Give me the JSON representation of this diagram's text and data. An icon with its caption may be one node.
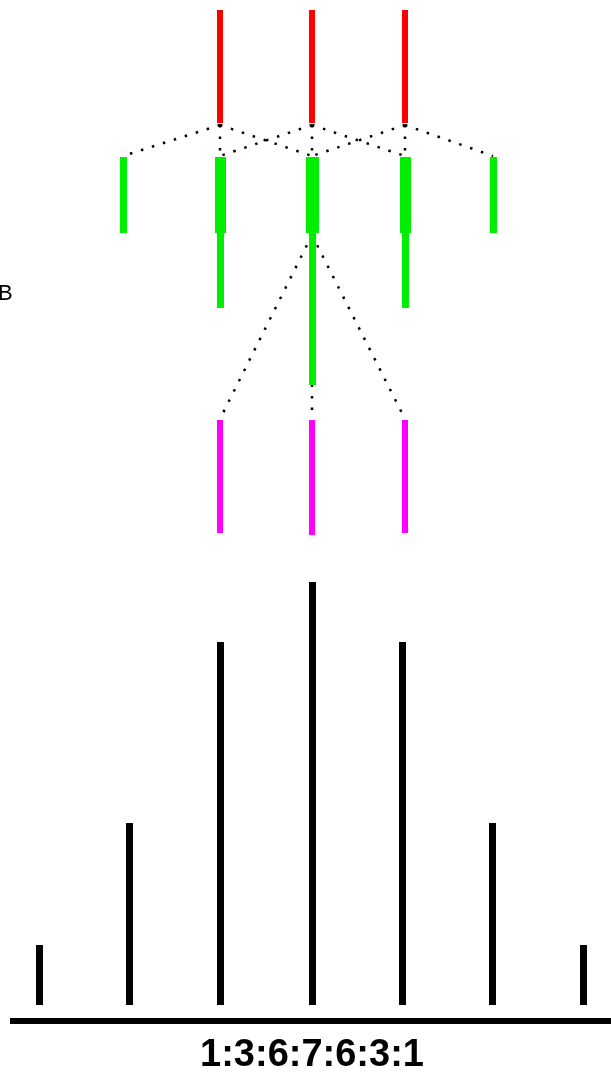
{
  "diagram": {
    "nodes": [
      {
        "text": [],
        "shape": "bar"
      },
      {
        "text": [],
        "shape": "bar"
      },
      {
        "text": [],
        "shape": "bar"
      },
      {
        "text": [],
        "shape": "bar"
      },
      {
        "text": [],
        "shape": "bar"
      },
      {
        "text": [],
        "shape": "bar"
      },
      {
        "text": [],
        "shape": "bar"
      },
      {
        "text": [],
        "shape": "bar"
      },
      {
        "text": [],
        "shape": "bar"
      },
      {
        "text": [],
        "shape": "bar"
      },
      {
        "text": [],
        "shape": "bar"
      },
      {
        "text": [],
        "shape": "bar"
      },
      {
        "text": [],
        "shape": "bar"
      },
      {
        "text": [],
        "shape": "bar"
      },
      {
        "text": [],
        "shape": "bar"
      },
      {
        "text": [],
        "shape": "bar"
      },
      {
        "text": [],
        "shape": "bar"
      },
      {
        "text": [],
        "shape": "bar"
      }
    ],
    "edges": [
      {
        "from": 0,
        "to": 3,
        "arrow": "none",
        "style": "dashed"
      },
      {
        "from": 0,
        "to": 4,
        "arrow": "none",
        "style": "dashed"
      },
      {
        "from": 0,
        "to": 5,
        "arrow": "none",
        "style": "dashed"
      },
      {
        "from": 1,
        "to": 4,
        "arrow": "none",
        "style": "dashed"
      },
      {
        "from": 1,
        "to": 5,
        "arrow": "none",
        "style": "dashed"
      },
      {
        "from": 1,
        "to": 6,
        "arrow": "none",
        "style": "dashed"
      },
      {
        "from": 2,
        "to": 5,
        "arrow": "none",
        "style": "dashed"
      },
      {
        "from": 2,
        "to": 6,
        "arrow": "none",
        "style": "dashed"
      },
      {
        "from": 2,
        "to": 7,
        "arrow": "none",
        "style": "dashed"
      },
      {
        "from": 5,
        "to": 8,
        "arrow": "none",
        "style": "dashed"
      },
      {
        "from": 5,
        "to": 9,
        "arrow": "none",
        "style": "dashed"
      },
      {
        "from": 5,
        "to": 10,
        "arrow": "none",
        "style": "dashed"
      }
    ],
    "labels": [
      "B",
      "1:3:6:7:6:3:1"
    ]
  }
}
